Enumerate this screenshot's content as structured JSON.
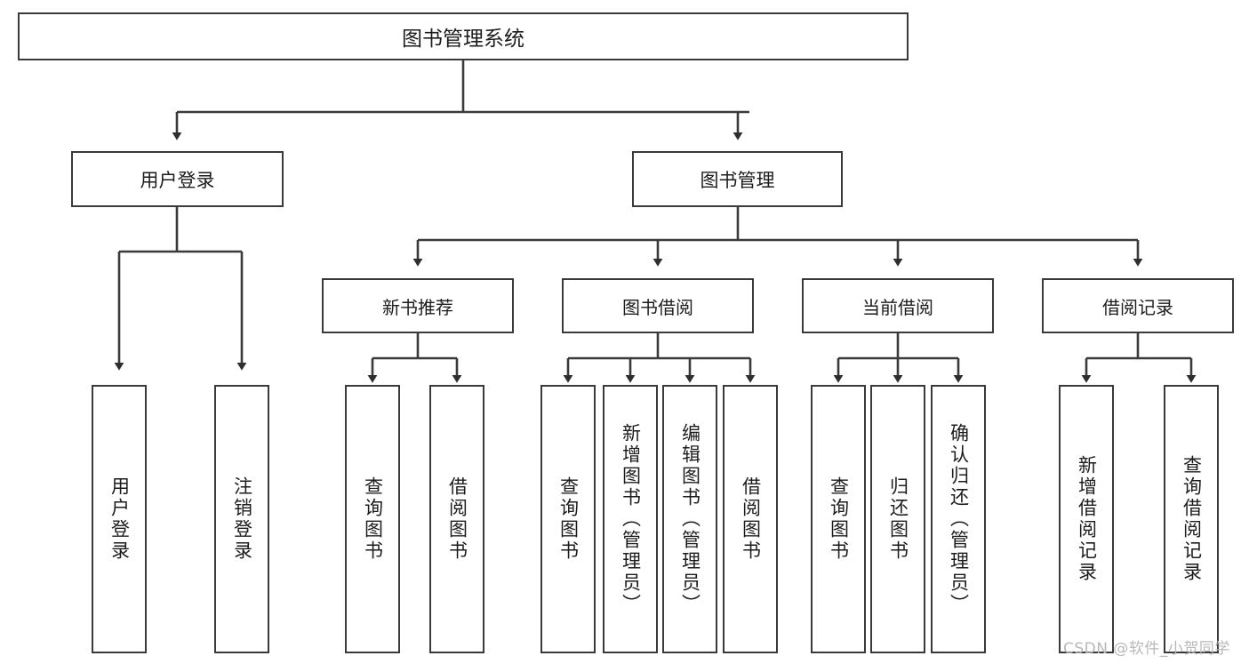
{
  "diagram": {
    "title": "图书管理系统",
    "type": "hierarchy-tree",
    "watermark": "CSDN @软件_小贺同学",
    "colors": {
      "box_border": "#3a3a3a",
      "box_fill": "#ffffff",
      "line": "#3a3a3a",
      "text": "#1c1c1c",
      "watermark": "#b8b8b8"
    },
    "root": {
      "label": "图书管理系统"
    },
    "level1": [
      {
        "id": "user-login",
        "label": "用户登录"
      },
      {
        "id": "book-manage",
        "label": "图书管理"
      }
    ],
    "level2": [
      {
        "id": "new-book-recommend",
        "label": "新书推荐",
        "parent": "book-manage"
      },
      {
        "id": "book-borrow",
        "label": "图书借阅",
        "parent": "book-manage"
      },
      {
        "id": "current-borrow",
        "label": "当前借阅",
        "parent": "book-manage"
      },
      {
        "id": "borrow-record",
        "label": "借阅记录",
        "parent": "book-manage"
      }
    ],
    "leaves": [
      {
        "id": "leaf-user-login",
        "label": "用户登录",
        "parent": "user-login"
      },
      {
        "id": "leaf-logout",
        "label": "注销登录",
        "parent": "user-login"
      },
      {
        "id": "leaf-query-book-1",
        "label": "查询图书",
        "parent": "new-book-recommend"
      },
      {
        "id": "leaf-borrow-book-1",
        "label": "借阅图书",
        "parent": "new-book-recommend"
      },
      {
        "id": "leaf-query-book-2",
        "label": "查询图书",
        "parent": "book-borrow"
      },
      {
        "id": "leaf-add-book",
        "label": "新增图书（管理员）",
        "parent": "book-borrow"
      },
      {
        "id": "leaf-edit-book",
        "label": "编辑图书（管理员）",
        "parent": "book-borrow"
      },
      {
        "id": "leaf-borrow-book-2",
        "label": "借阅图书",
        "parent": "book-borrow"
      },
      {
        "id": "leaf-query-book-3",
        "label": "查询图书",
        "parent": "current-borrow"
      },
      {
        "id": "leaf-return-book",
        "label": "归还图书",
        "parent": "current-borrow"
      },
      {
        "id": "leaf-confirm-return",
        "label": "确认归还（管理员）",
        "parent": "current-borrow"
      },
      {
        "id": "leaf-add-record",
        "label": "新增借阅记录",
        "parent": "borrow-record"
      },
      {
        "id": "leaf-query-record",
        "label": "查询借阅记录",
        "parent": "borrow-record"
      }
    ]
  }
}
